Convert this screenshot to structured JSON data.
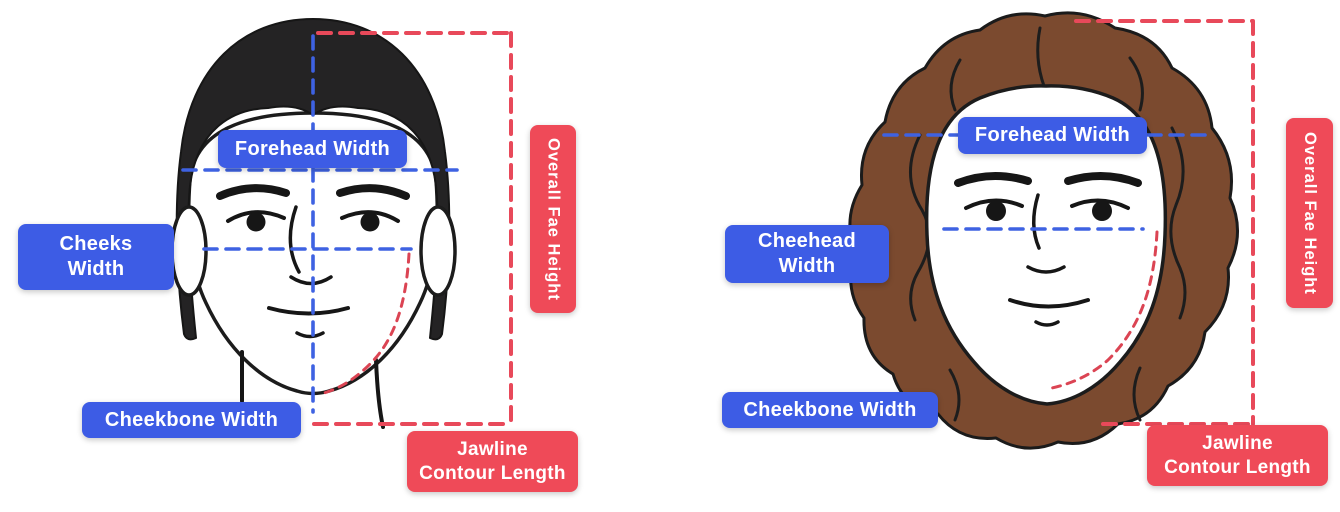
{
  "diagram": {
    "left": {
      "forehead_label": "Forehead Width",
      "cheeks_label_line1": "Cheeks",
      "cheeks_label_line2": "Width",
      "cheekbone_label": "Cheekbone Width",
      "overall_height_label": "Overall Fae Height",
      "jawline_label_line1": "Jawline",
      "jawline_label_line2": "Contour Length"
    },
    "right": {
      "forehead_label": "Forehead Width",
      "cheehead_label_line1": "Cheehead",
      "cheehead_label_line2": "Width",
      "cheekbone_label": "Cheekbone Width",
      "overall_height_label": "Overall Fae Height",
      "jawline_label_line1": "Jawline",
      "jawline_label_line2": "Contour Length"
    }
  },
  "colors": {
    "label_blue": "#3d5ce5",
    "label_red": "#ef4a58",
    "dash_blue": "#3e62e2",
    "dash_red": "#e8495a",
    "hair_dark": "#242324",
    "hair_brown": "#7b4a2f",
    "face_outline": "#1c1c1c",
    "face_fill": "#ffffff"
  }
}
